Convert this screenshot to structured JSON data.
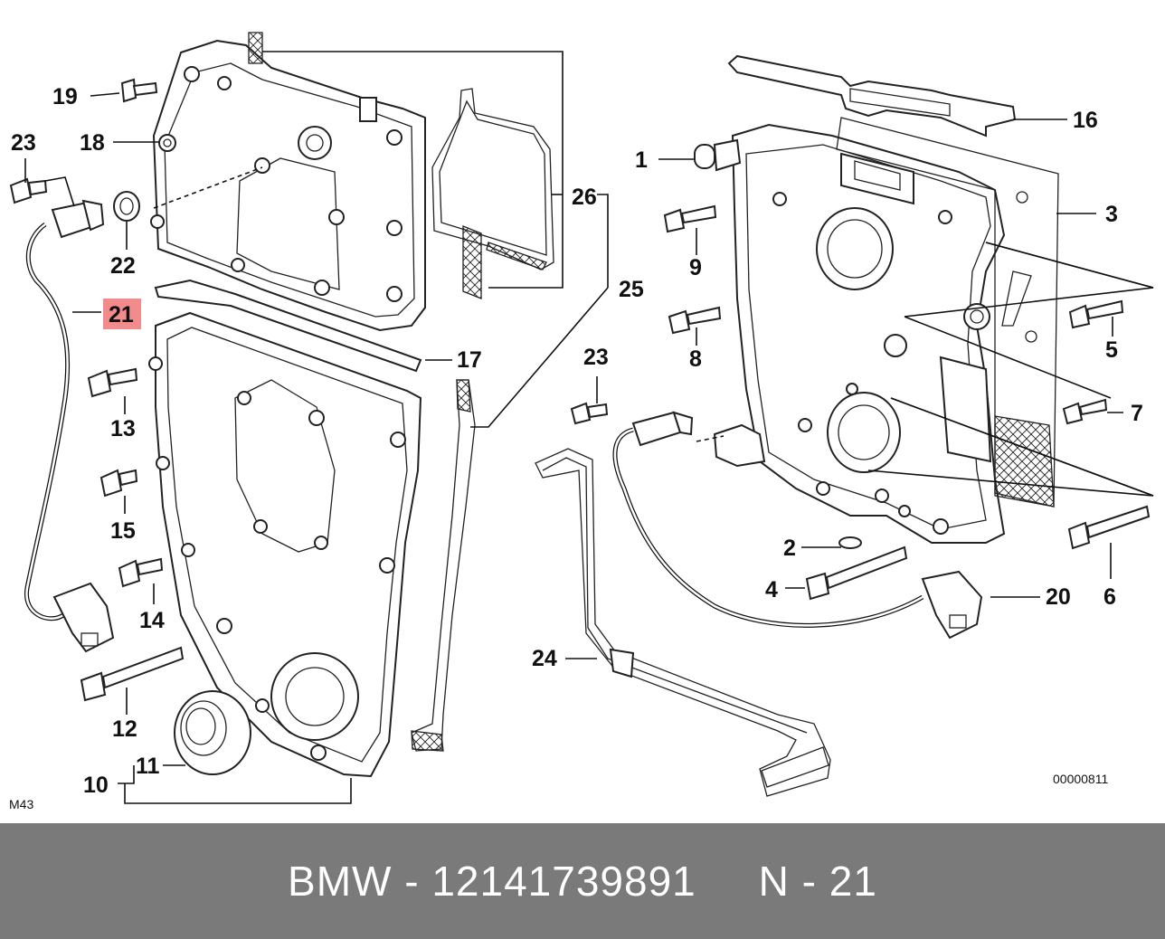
{
  "labels": {
    "p1": "1",
    "p2": "2",
    "p3": "3",
    "p4": "4",
    "p5": "5",
    "p6": "6",
    "p7": "7",
    "p8": "8",
    "p9": "9",
    "p10": "10",
    "p11": "11",
    "p12": "12",
    "p13": "13",
    "p14": "14",
    "p15": "15",
    "p16": "16",
    "p17": "17",
    "p18": "18",
    "p19": "19",
    "p20": "20",
    "p21": "21",
    "p22": "22",
    "p23a": "23",
    "p23b": "23",
    "p24": "24",
    "p25": "25",
    "p26": "26"
  },
  "highlight_color": "#f28b8b",
  "corner_left": "M43",
  "corner_right": "00000811",
  "footer": {
    "brand_part": "BMW - 12141739891",
    "ref": "N - 21"
  }
}
